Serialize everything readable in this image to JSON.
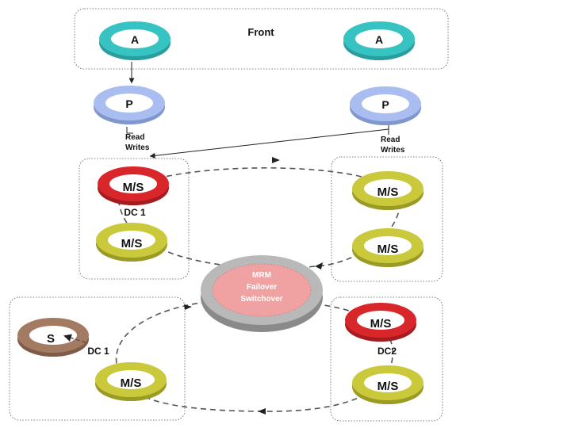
{
  "front": {
    "label": "Front"
  },
  "top_rings": {
    "a_left": "A",
    "a_right": "A",
    "p_left": "P",
    "p_right": "P"
  },
  "read_writes_left": {
    "line1": "Read",
    "line2": "Writes"
  },
  "read_writes_right": {
    "line1": "Read",
    "line2": "Writes"
  },
  "dc_upper_left": {
    "label": "DC 1",
    "ring_top": "M/S",
    "ring_bottom": "M/S"
  },
  "dc_upper_right": {
    "ring_top": "M/S",
    "ring_bottom": "M/S"
  },
  "dc_lower_left": {
    "label": "DC 1",
    "ring_s": "S",
    "ring_ms": "M/S"
  },
  "dc_lower_right": {
    "label": "DC2",
    "ring_top": "M/S",
    "ring_bottom": "M/S"
  },
  "center": {
    "line1": "MRM",
    "line2": "Failover",
    "line3": "Switchover"
  },
  "colors": {
    "teal": "#38c3c3",
    "blue": "#a9bdf0",
    "red": "#d9262a",
    "yellow": "#c9c93b",
    "brown": "#a37b62",
    "gray": "#b9b9b9",
    "pink": "#f0a2a2"
  }
}
